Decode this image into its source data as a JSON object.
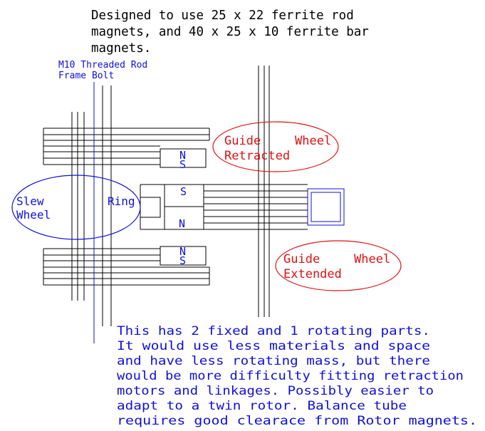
{
  "header_note": {
    "lines": [
      "Designed to use 25 x 22 ferrite rod",
      "magnets, and 40 x 25 x 10 ferrite bar",
      "magnets."
    ]
  },
  "frame_bolt_label": {
    "lines": [
      "M10 Threaded Rod",
      "Frame Bolt"
    ]
  },
  "slew_wheel_ring": {
    "line1_left": "Slew",
    "line1_right": "Ring",
    "line2": "Wheel"
  },
  "guide_wheel_retracted": {
    "line1_left": "Guide",
    "line1_right": "Wheel",
    "line2": "Retracted"
  },
  "guide_wheel_extended": {
    "line1_left": "Guide",
    "line1_right": "Wheel",
    "line2": "Extended"
  },
  "magnet_poles": {
    "upper_n": "N",
    "upper_s": "S",
    "center_s": "S",
    "center_n": "N",
    "lower_n": "N",
    "lower_s": "S"
  },
  "description": {
    "lines": [
      "This has 2 fixed and 1 rotating parts.",
      "It would use less materials and space",
      "and have less rotating mass, but there",
      "would be more difficulty fitting retraction",
      "motors and linkages. Possibly easier to",
      "adapt to a twin rotor. Balance tube",
      "requires good clearace from Rotor magnets."
    ]
  },
  "colors": {
    "drawing": "#000000",
    "blue": "#1010d8",
    "red": "#e01010",
    "background": "#ffffff"
  }
}
